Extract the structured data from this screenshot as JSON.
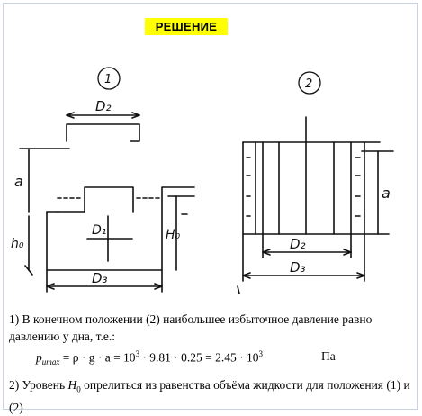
{
  "heading": "РЕШЕНИЕ",
  "figure": {
    "labels": {
      "pos1": "1",
      "pos2": "2",
      "d2": "D₂",
      "d1": "D₁",
      "d3": "D₃",
      "a": "a",
      "h0": "h₀",
      "H0": "H₀",
      "a_right": "a"
    }
  },
  "text": {
    "p1": "1) В конечном положении (2) наибольшее избыточное давление равно давлению у дна, т.е.:",
    "formula_lhs": "p",
    "formula_sub": "итах",
    "formula_mid": " = ρ · g · a = 10",
    "formula_exp1": "3",
    "formula_calc": " · 9.81 · 0.25 = 2.45 · 10",
    "formula_exp2": "3",
    "unit": "Па",
    "p2_prefix": "2) Уровень ",
    "p2_var": "H",
    "p2_var_sub": "0",
    "p2_suffix": " опрелиться из равенства объёма жидкости для положения (1) и (2)"
  }
}
